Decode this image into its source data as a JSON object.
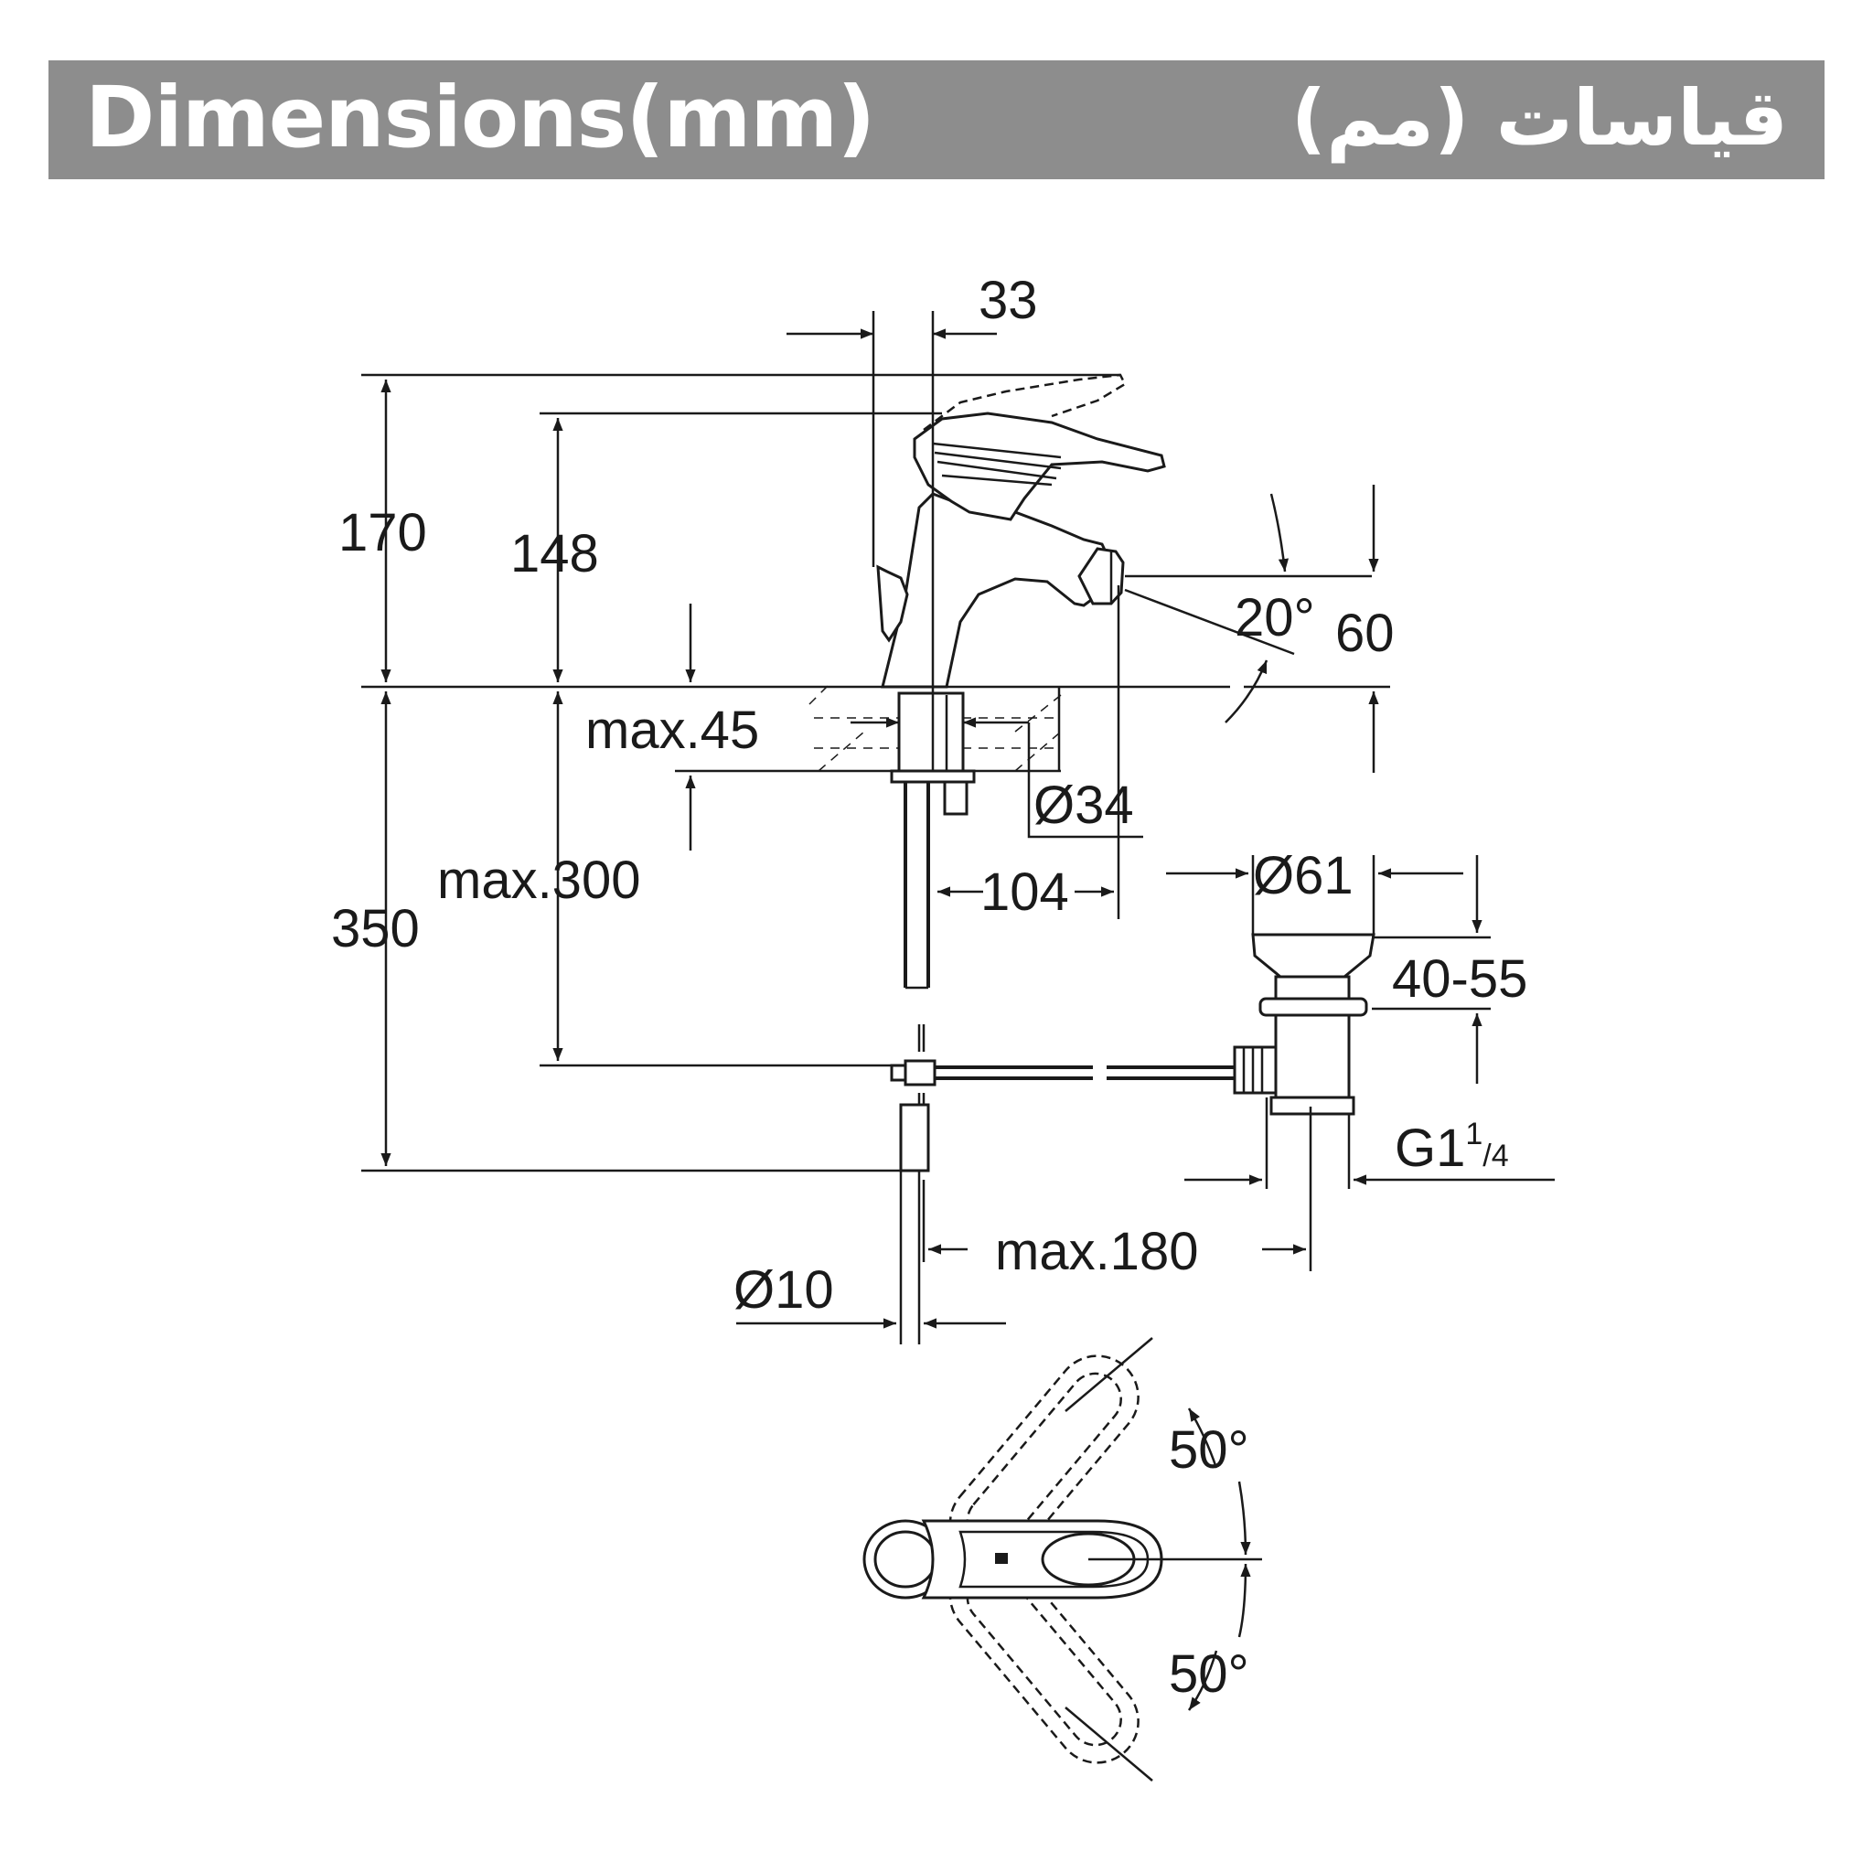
{
  "header": {
    "title_en": "Dimensions(mm)",
    "title_ar": "قياسات (مم)",
    "bar_color": "#8d8d8d",
    "text_color": "#ffffff"
  },
  "dimensions": {
    "d33": "33",
    "d170": "170",
    "d148": "148",
    "angle20": "20°",
    "d60": "60",
    "max45": "max.45",
    "dia34": "Ø34",
    "max300": "max.300",
    "d350": "350",
    "d104": "104",
    "dia61": "Ø61",
    "d40_55": "40-55",
    "thread": "G1",
    "thread_num": "1",
    "thread_den": "/4",
    "max180": "max.180",
    "dia10": "Ø10",
    "angle50_top": "50°",
    "angle50_bottom": "50°"
  }
}
